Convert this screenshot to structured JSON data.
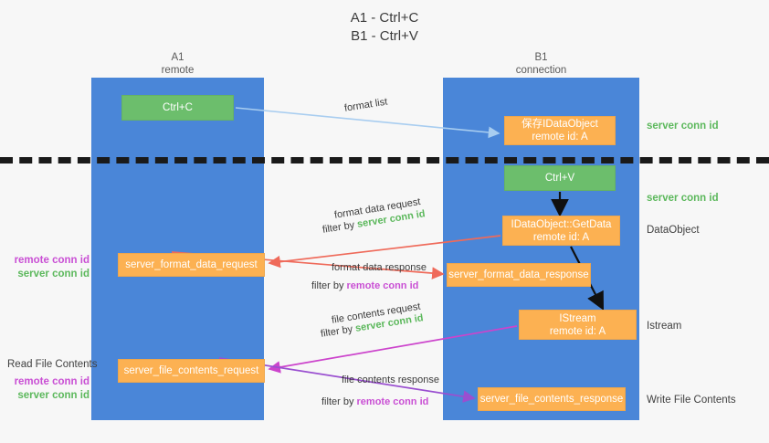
{
  "title": {
    "line1": "A1 - Ctrl+C",
    "line2": "B1 - Ctrl+V"
  },
  "lanes": {
    "left": {
      "name": "A1",
      "role": "remote"
    },
    "right": {
      "name": "B1",
      "role": "connection"
    }
  },
  "boxes": {
    "ctrl_c": {
      "label": "Ctrl+C",
      "color": "#6cbe6c"
    },
    "idataobject": {
      "line1": "保存IDataObject",
      "line2": "remote id: A",
      "color": "#fcb152"
    },
    "ctrl_v": {
      "label": "Ctrl+V",
      "color": "#6cbe6c"
    },
    "getdata": {
      "line1": "IDataObject::GetData",
      "line2": "remote id: A",
      "color": "#fcb152"
    },
    "istream": {
      "line1": "IStream",
      "line2": "remote id: A",
      "color": "#fcb152"
    },
    "format_data_request": {
      "label": "server_format_data_request",
      "color": "#fcb152"
    },
    "format_data_response": {
      "label": "server_format_data_response",
      "color": "#fcb152"
    },
    "file_contents_request": {
      "label": "server_file_contents_request",
      "color": "#fcb152"
    },
    "file_contents_response": {
      "label": "server_file_contents_response",
      "color": "#fcb152"
    }
  },
  "captions": {
    "format_list": "format list",
    "format_data_request": "format data request",
    "format_data_request_filter_prefix": "filter by ",
    "format_data_request_filter_value": "server conn id",
    "format_data_response": "format data response",
    "format_data_response_filter_prefix": "filter by ",
    "format_data_response_filter_value": "remote conn id",
    "file_contents_request": "file contents request",
    "file_contents_request_filter_prefix": "filter by ",
    "file_contents_request_filter_value": "server conn id",
    "file_contents_response": "file contents response",
    "file_contents_response_filter_prefix": "filter by ",
    "file_contents_response_filter_value": "remote conn id"
  },
  "right_notes": {
    "server_conn_id_top": "server conn id",
    "server_conn_id_mid": "server conn id",
    "dataobject": "DataObject",
    "istream": "Istream",
    "write_file_contents": "Write File Contents"
  },
  "left_notes": {
    "remote_conn_id_1": "remote conn id",
    "server_conn_id_1": "server conn id",
    "read_file_contents": "Read File Contents",
    "remote_conn_id_2": "remote conn id",
    "server_conn_id_2": "server conn id"
  },
  "colors": {
    "lane_blue": "#4a86d8",
    "green": "#6cbe6c",
    "orange": "#fcb152",
    "green_text": "#5cb85c",
    "magenta_text": "#c94fd4",
    "arrow_lightblue": "#a8cdf0",
    "arrow_red": "#ef6a5a",
    "arrow_magenta": "#cc44cc",
    "arrow_purple": "#9a4fd0",
    "arrow_black": "#101010",
    "background": "#f7f7f7"
  }
}
